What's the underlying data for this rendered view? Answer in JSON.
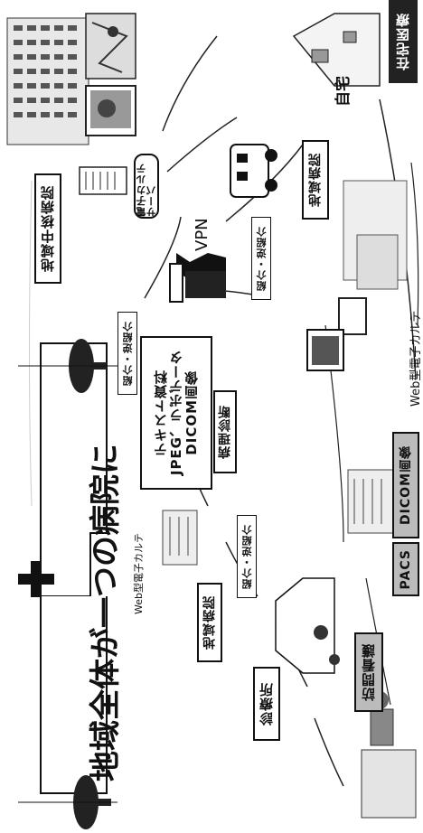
{
  "title": "地域全体が一つの病院に",
  "labels": {
    "core_hospital": "地域中核病院",
    "emr_server": "電子カルテサーバ",
    "vpn": "VPN",
    "home": "自宅",
    "home_medicine": "在宅医療",
    "regional_hospital_right": "地域病院",
    "regional_hospital_left": "地域病院",
    "clinic": "診療所",
    "home_nursing": "訪問看護",
    "referral_1": "紹介・逆紹介",
    "referral_2": "紹介・逆紹介",
    "referral_3": "紹介・逆紹介",
    "data_types_line1": "DICOM画像",
    "data_types_line2": "JPEG、ラボデータ",
    "data_types_line3": "テキスト資料",
    "pathology": "病理診断",
    "web_emr_left": "Web型電子カルテ",
    "web_emr_right": "Web型電子カルテ",
    "pacs": "PACS",
    "dicom_image": "DICOM画像"
  },
  "icons": [
    "cross-icon",
    "tree-icon",
    "building-icon",
    "server-icon",
    "vpn-router-icon",
    "ambulance-icon",
    "house-icon",
    "monitor-icon",
    "nurse-icon"
  ]
}
